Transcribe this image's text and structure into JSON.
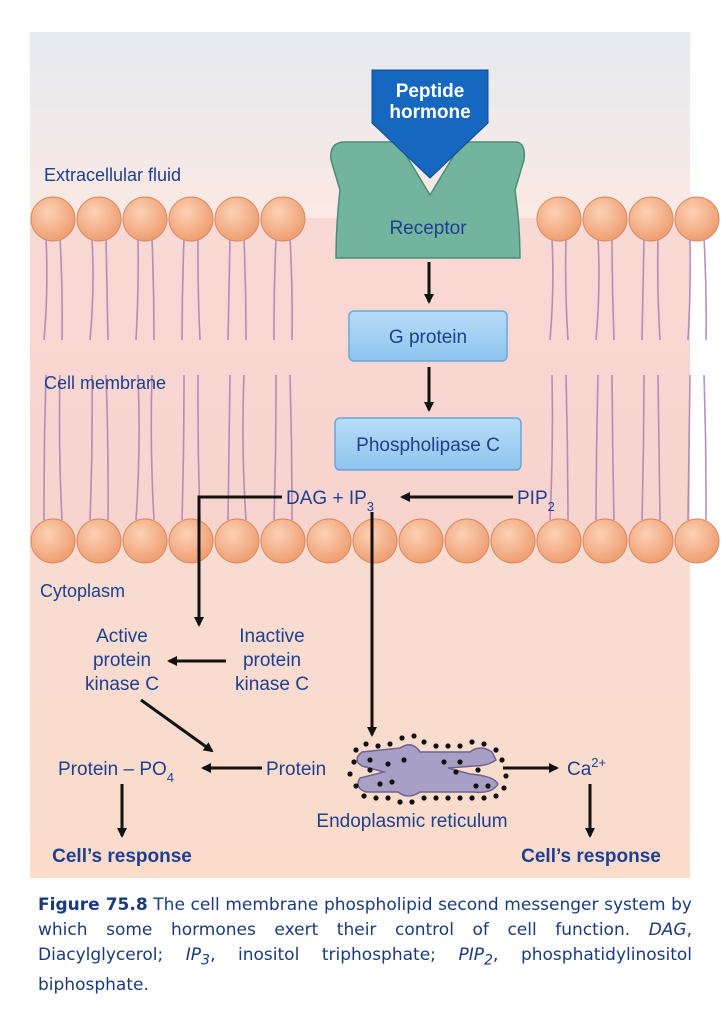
{
  "hormone": {
    "line1": "Peptide",
    "line2": "hormone"
  },
  "regions": {
    "extracellular": "Extracellular fluid",
    "membrane": "Cell membrane",
    "cytoplasm": "Cytoplasm"
  },
  "receptor": "Receptor",
  "g_protein": "G protein",
  "phospholipase": "Phospholipase C",
  "dag": {
    "text": "DAG + IP",
    "sub": "3"
  },
  "pip": {
    "text": "PIP",
    "sub": "2"
  },
  "active_pkc": [
    "Active",
    "protein",
    "kinase C"
  ],
  "inactive_pkc": [
    "Inactive",
    "protein",
    "kinase C"
  ],
  "protein_po4": {
    "text": "Protein – PO",
    "sub": "4"
  },
  "protein": "Protein",
  "er": "Endoplasmic reticulum",
  "calcium": {
    "text": "Ca",
    "sup": "2+"
  },
  "response_left": "Cell’s response",
  "response_right": "Cell’s response",
  "caption": {
    "label": "Figure 75.8",
    "text": " The cell membrane phospholipid second messenger system by which some hormones exert their control of cell function. ",
    "dag_abbr": "DAG",
    "dag_def": ", Diacylglycerol; ",
    "ip3_abbr": "IP",
    "ip3_sub": "3",
    "ip3_def": ", inositol triphosphate; ",
    "pip2_abbr": "PIP",
    "pip2_sub": "2",
    "pip2_def": ", phosphatidylinositol biphosphate."
  },
  "colors": {
    "label_blue": "#1e3f8f",
    "lipid_head": "#f3a67c",
    "receptor": "#6eaf9a",
    "box_fill": "#9ecff3",
    "hormone": "#1565b8",
    "er": "#a49ac2"
  }
}
